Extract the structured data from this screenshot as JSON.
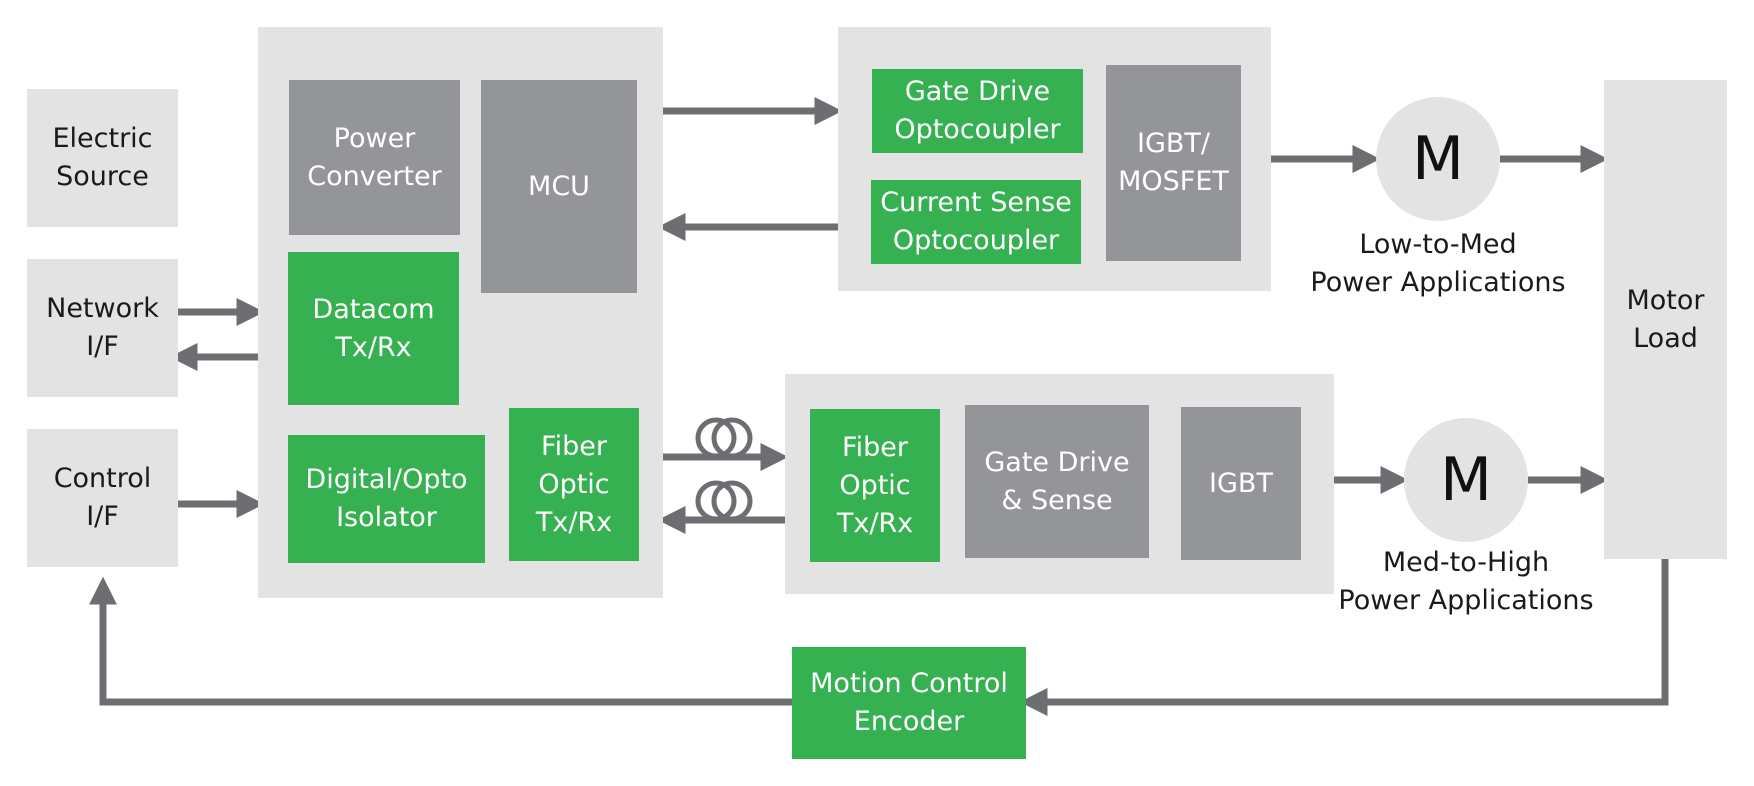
{
  "colors": {
    "panel": "#e3e3e3",
    "block_grey": "#939598",
    "block_green": "#35b152",
    "arrow": "#6d6e71",
    "text_dark": "#1a1a1a",
    "text_light": "#ffffff"
  },
  "inputs": {
    "electric_source": [
      "Electric",
      "Source"
    ],
    "network_if": [
      "Network",
      "I/F"
    ],
    "control_if": [
      "Control",
      "I/F"
    ]
  },
  "controller": {
    "power_converter": [
      "Power",
      "Converter"
    ],
    "mcu": "MCU",
    "datacom": [
      "Datacom",
      "Tx/Rx"
    ],
    "digital_opto_isolator": [
      "Digital/Opto",
      "Isolator"
    ],
    "fiber_optic": [
      "Fiber",
      "Optic",
      "Tx/Rx"
    ]
  },
  "low_power_stage": {
    "gate_drive_optocoupler": [
      "Gate Drive",
      "Optocoupler"
    ],
    "current_sense_optocoupler": [
      "Current Sense",
      "Optocoupler"
    ],
    "igbt_mosfet": [
      "IGBT/",
      "MOSFET"
    ],
    "motor_symbol": "M",
    "caption": [
      "Low-to-Med",
      "Power Applications"
    ]
  },
  "high_power_stage": {
    "fiber_optic": [
      "Fiber",
      "Optic",
      "Tx/Rx"
    ],
    "gate_drive_sense": [
      "Gate Drive",
      "& Sense"
    ],
    "igbt": "IGBT",
    "motor_symbol": "M",
    "caption": [
      "Med-to-High",
      "Power Applications"
    ]
  },
  "motor_load": [
    "Motor",
    "Load"
  ],
  "encoder": [
    "Motion Control",
    "Encoder"
  ]
}
